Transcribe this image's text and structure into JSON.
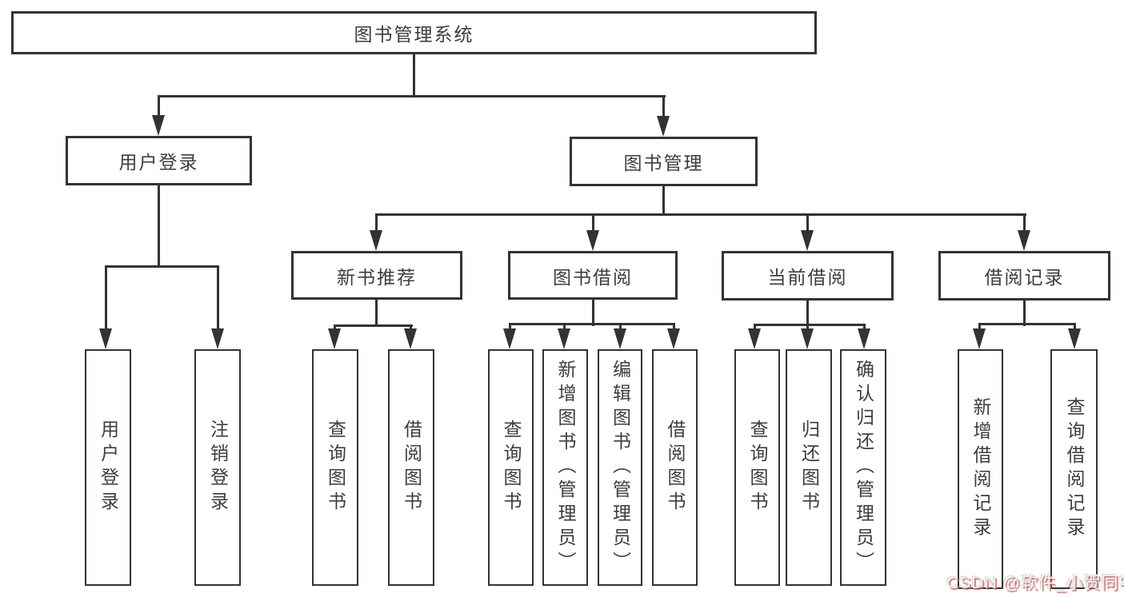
{
  "diagram_title": "图书管理系统",
  "colors": {
    "line": "#333333",
    "text": "#3d3d3d",
    "background": "#ffffff",
    "watermark_fill": "#f2efee",
    "watermark_shadow": "#c96a6a"
  },
  "tree": {
    "root": {
      "label": "图书管理系统",
      "children": [
        {
          "label": "用户登录",
          "children": [
            {
              "label": "用户登录"
            },
            {
              "label": "注销登录"
            }
          ]
        },
        {
          "label": "图书管理",
          "children": [
            {
              "label": "新书推荐",
              "children": [
                {
                  "label": "查询图书"
                },
                {
                  "label": "借阅图书"
                }
              ]
            },
            {
              "label": "图书借阅",
              "children": [
                {
                  "label": "查询图书"
                },
                {
                  "label": "新增图书（管理员）"
                },
                {
                  "label": "编辑图书（管理员）"
                },
                {
                  "label": "借阅图书"
                }
              ]
            },
            {
              "label": "当前借阅",
              "children": [
                {
                  "label": "查询图书"
                },
                {
                  "label": "归还图书"
                },
                {
                  "label": "确认归还（管理员）"
                }
              ]
            },
            {
              "label": "借阅记录",
              "children": [
                {
                  "label": "新增借阅记录"
                },
                {
                  "label": "查询借阅记录"
                }
              ]
            }
          ]
        }
      ]
    }
  },
  "watermark": {
    "text": "CSDN @软件_小贺同学"
  }
}
